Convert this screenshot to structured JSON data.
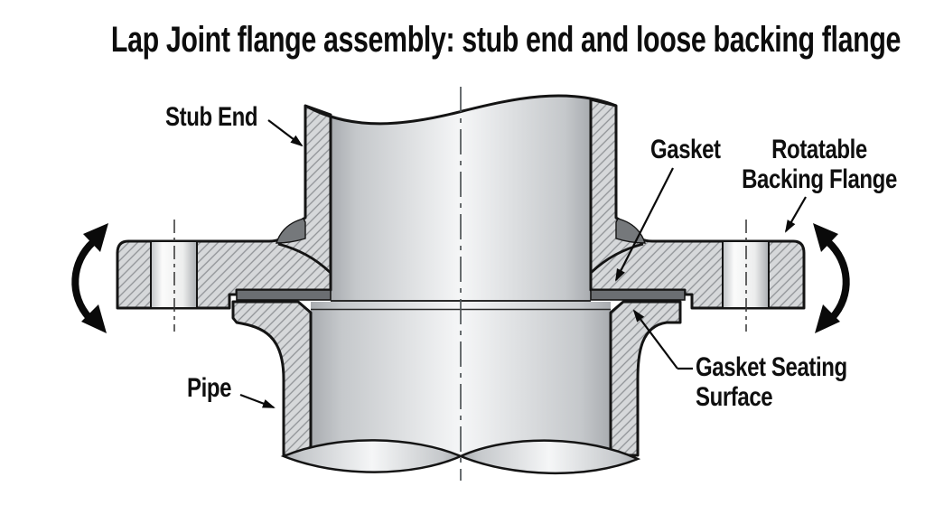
{
  "title": "Lap Joint flange assembly: stub end and loose backing flange",
  "labels": {
    "stub_end": "Stub End",
    "gasket": "Gasket",
    "rotatable_line1": "Rotatable",
    "rotatable_line2": "Backing Flange",
    "seating_line1": "Gasket Seating",
    "seating_line2": "Surface",
    "pipe": "Pipe"
  },
  "colors": {
    "background": "#ffffff",
    "outline": "#141414",
    "hatch_fill": "#d6d8da",
    "hatch_line": "#8f9296",
    "gasket": "#6b6e72",
    "weld_shadow": "#75787b",
    "bore_light": "#f5f6f7",
    "bore_dark": "#a9acb0",
    "arrow_black": "#0a0a0a",
    "centerline_gray": "#4f5457"
  }
}
